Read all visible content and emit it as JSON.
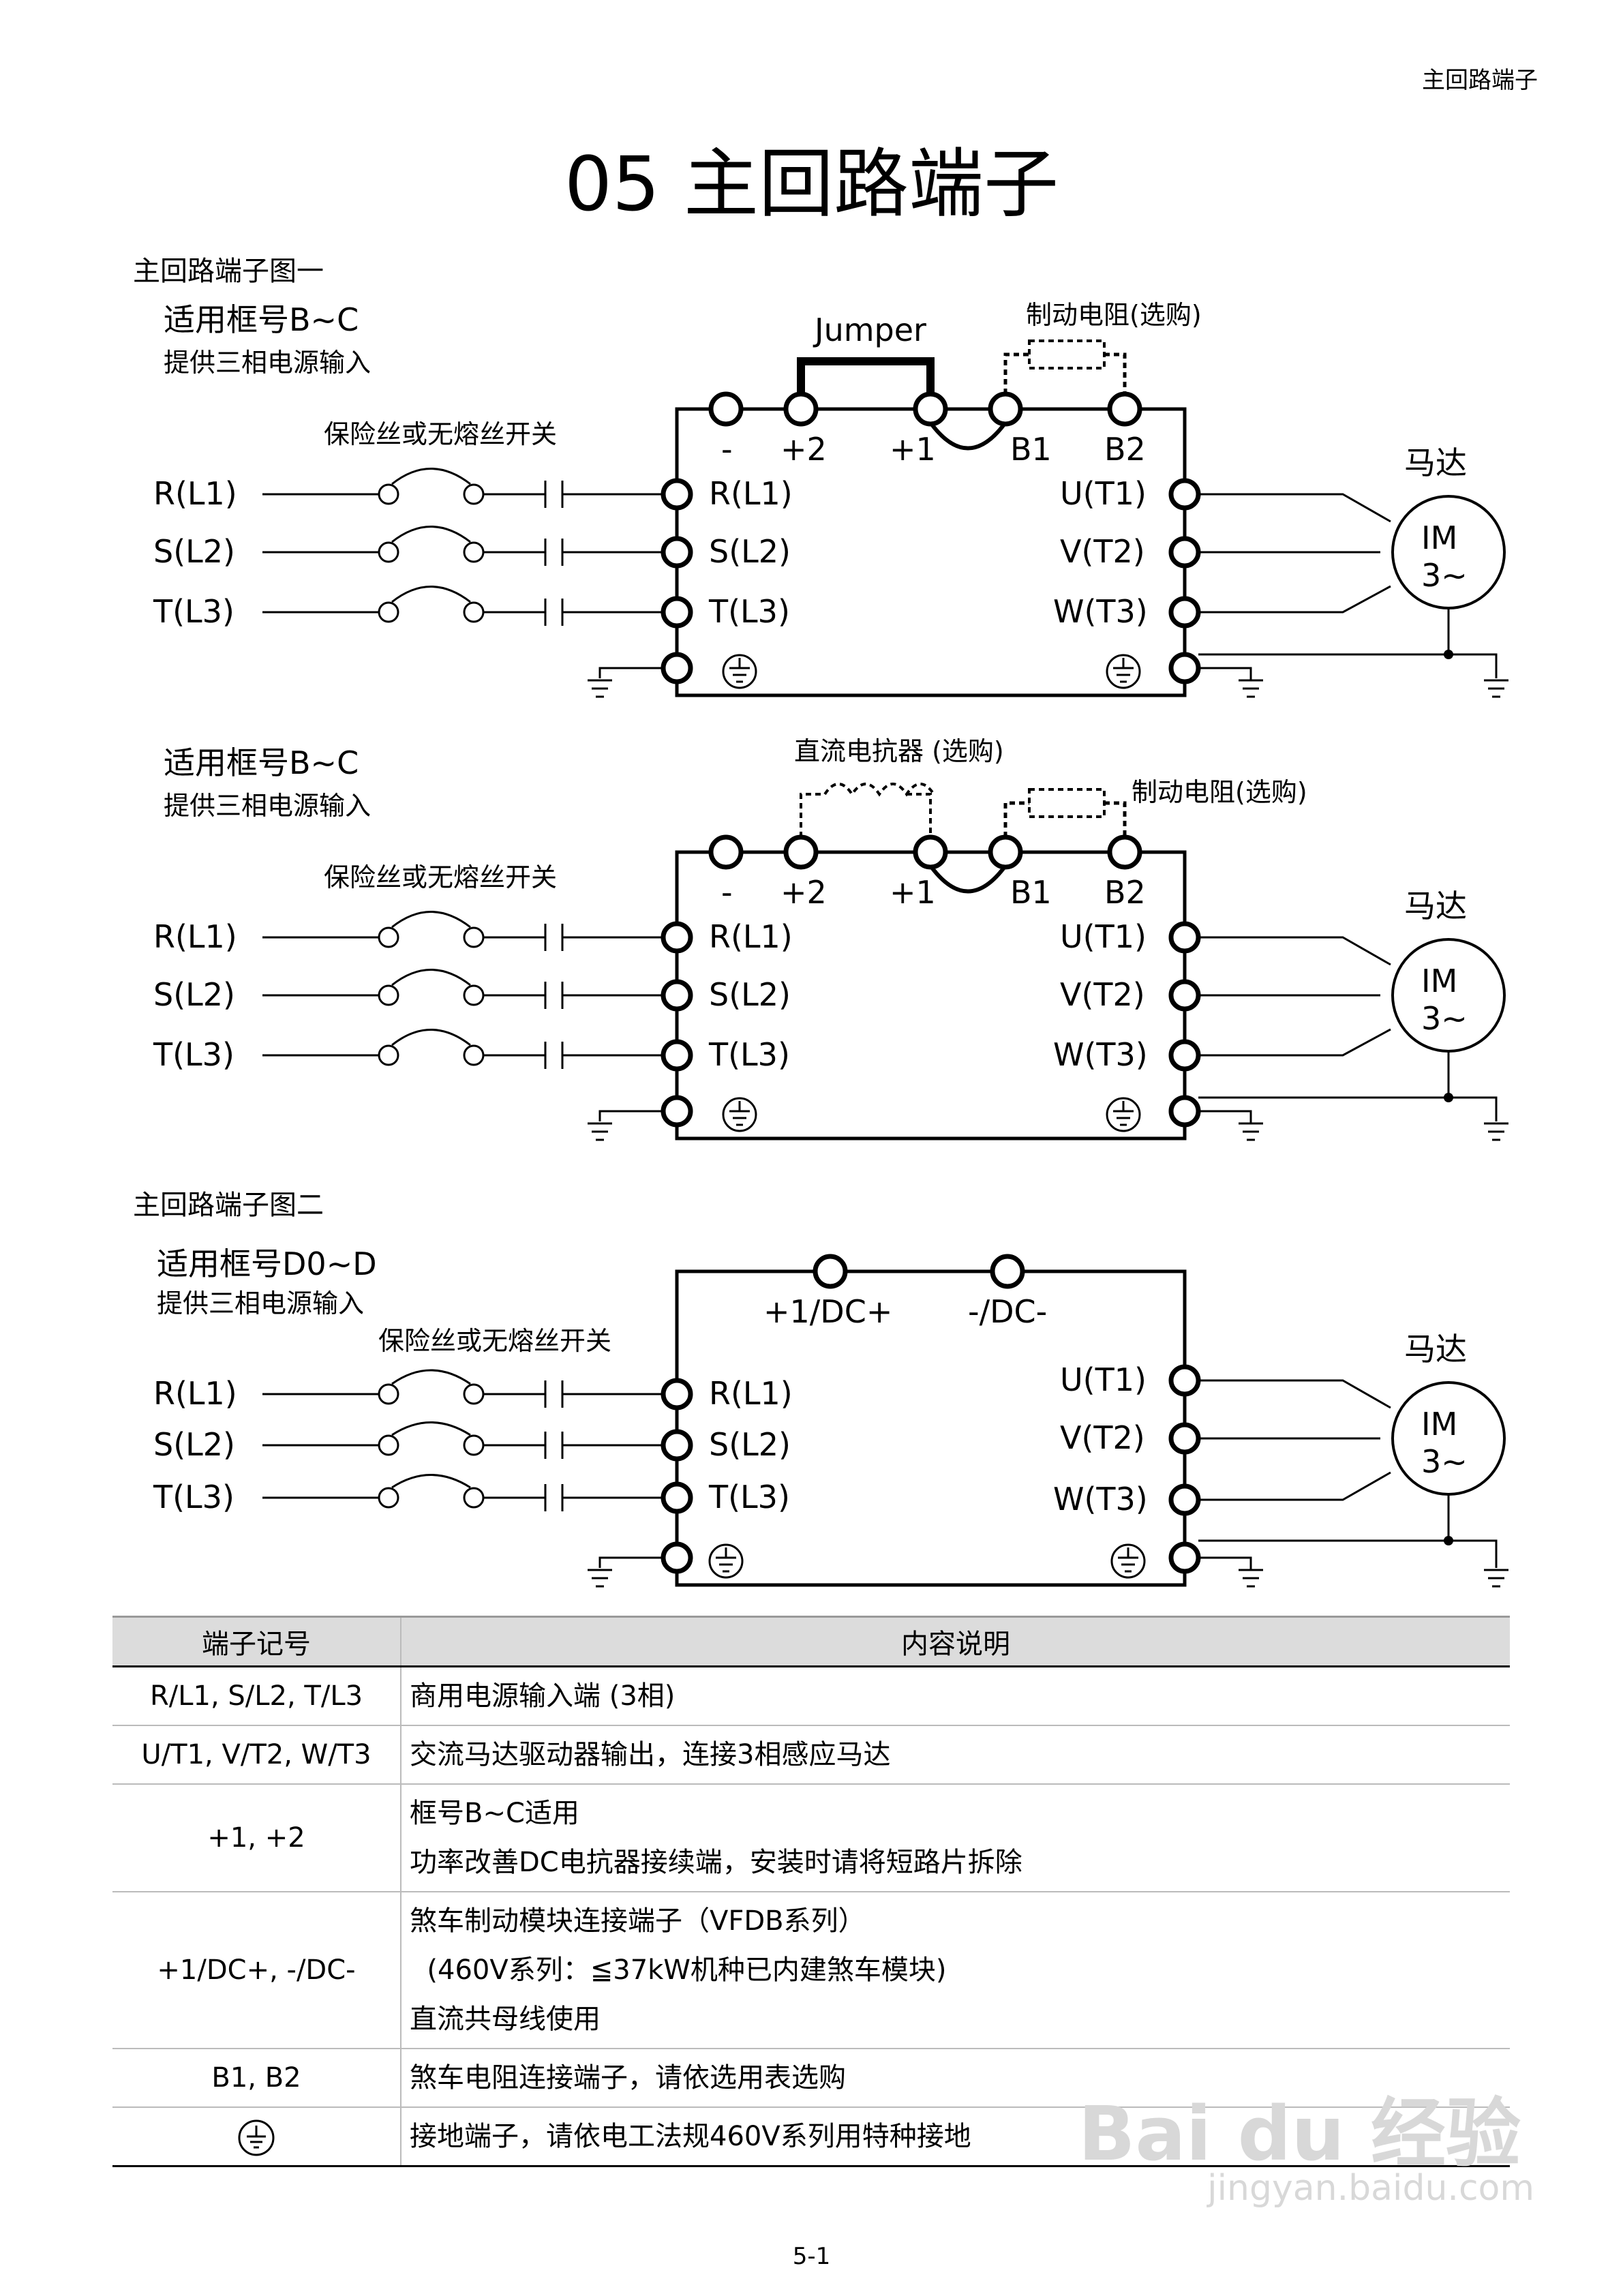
{
  "header": {
    "section_label": "主回路端子"
  },
  "title": "05  主回路端子",
  "fig1": {
    "caption": "主回路端子图一",
    "a": {
      "frame_label": "适用框号B~C",
      "supply_label": "提供三相电源输入",
      "fuse_label": "保险丝或无熔丝开关",
      "jumper_label": "Jumper",
      "brake_label": "制动电阻(选购)",
      "top_terminals": [
        "-",
        "+2",
        "+1",
        "B1",
        "B2"
      ],
      "line_labels": [
        "R(L1)",
        "S(L2)",
        "T(L3)"
      ],
      "input_terminals": [
        "R(L1)",
        "S(L2)",
        "T(L3)"
      ],
      "output_terminals": [
        "U(T1)",
        "V(T2)",
        "W(T3)"
      ],
      "motor_label": "马达",
      "motor_text": [
        "IM",
        "3~"
      ]
    },
    "b": {
      "frame_label": "适用框号B~C",
      "supply_label": "提供三相电源输入",
      "fuse_label": "保险丝或无熔丝开关",
      "reactor_label": "直流电抗器 (选购)",
      "brake_label": "制动电阻(选购)",
      "top_terminals": [
        "-",
        "+2",
        "+1",
        "B1",
        "B2"
      ],
      "line_labels": [
        "R(L1)",
        "S(L2)",
        "T(L3)"
      ],
      "input_terminals": [
        "R(L1)",
        "S(L2)",
        "T(L3)"
      ],
      "output_terminals": [
        "U(T1)",
        "V(T2)",
        "W(T3)"
      ],
      "motor_label": "马达",
      "motor_text": [
        "IM",
        "3~"
      ]
    }
  },
  "fig2": {
    "caption": "主回路端子图二",
    "frame_label": "适用框号D0~D",
    "supply_label": "提供三相电源输入",
    "fuse_label": "保险丝或无熔丝开关",
    "top_terminals": [
      "+1/DC+",
      "-/DC-"
    ],
    "line_labels": [
      "R(L1)",
      "S(L2)",
      "T(L3)"
    ],
    "input_terminals": [
      "R(L1)",
      "S(L2)",
      "T(L3)"
    ],
    "output_terminals": [
      "U(T1)",
      "V(T2)",
      "W(T3)"
    ],
    "motor_label": "马达",
    "motor_text": [
      "IM",
      "3~"
    ]
  },
  "table": {
    "headers": [
      "端子记号",
      "内容说明"
    ],
    "rows": [
      {
        "symbol": "R/L1, S/L2, T/L3",
        "lines": [
          "商用电源输入端  (3相)"
        ]
      },
      {
        "symbol": "U/T1, V/T2, W/T3",
        "lines": [
          "交流马达驱动器输出，连接3相感应马达"
        ]
      },
      {
        "symbol": "+1, +2",
        "lines": [
          "框号B~C适用",
          "功率改善DC电抗器接续端，安装时请将短路片拆除"
        ]
      },
      {
        "symbol": "+1/DC+, -/DC-",
        "lines": [
          "煞车制动模块连接端子（VFDB系列）",
          "  (460V系列：≦37kW机种已内建煞车模块)",
          "直流共母线使用"
        ]
      },
      {
        "symbol": "B1, B2",
        "lines": [
          "煞车电阻连接端子，请依选用表选购"
        ]
      },
      {
        "symbol": "",
        "symbol_icon": "ground-icon",
        "lines": [
          "接地端子，请依电工法规460V系列用特种接地"
        ]
      }
    ]
  },
  "page_number": "5-1",
  "watermark": {
    "main": "Bai du 经验",
    "sub": "jingyan.baidu.com"
  }
}
